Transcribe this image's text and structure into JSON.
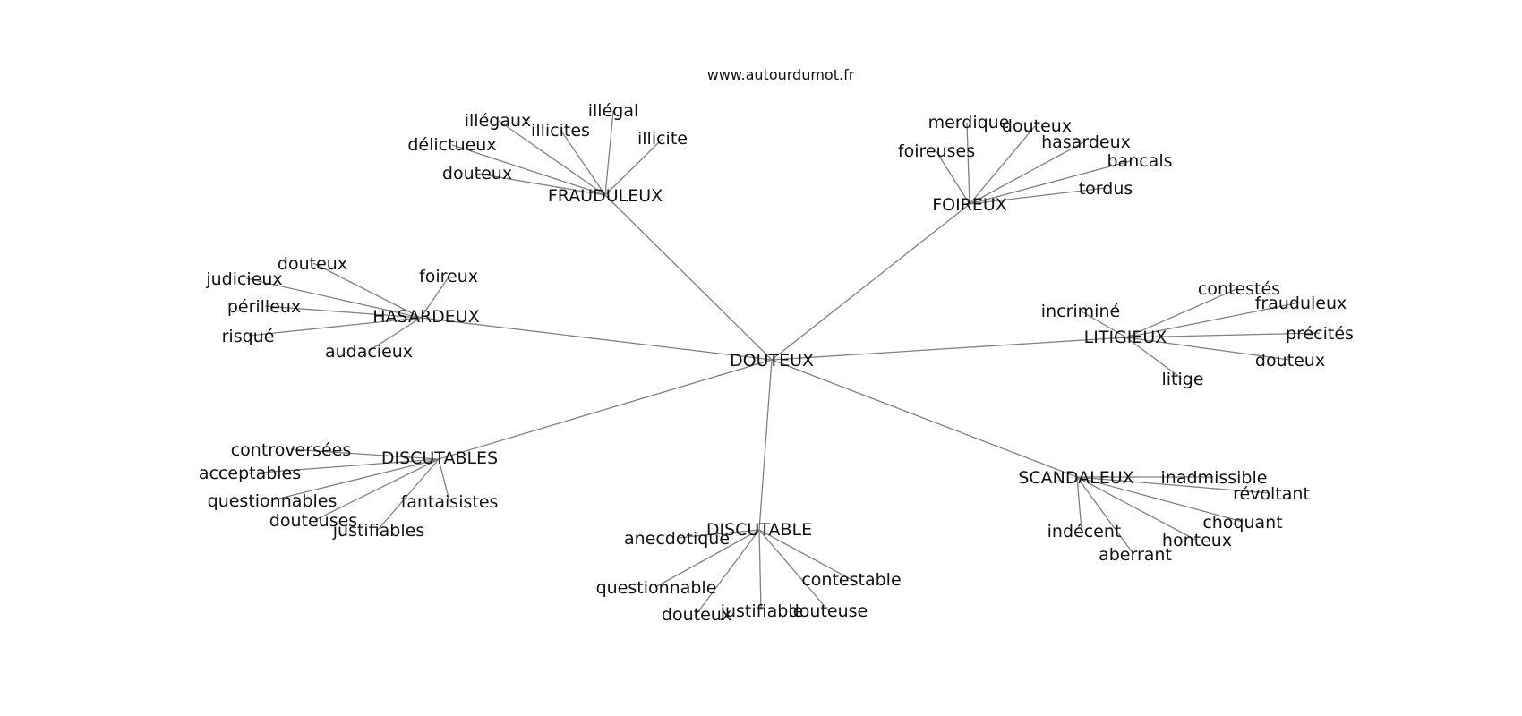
{
  "site": "www.autourdumot.fr",
  "center": "DOUTEUX",
  "clusters": {
    "fraudouleux": {
      "hub": "FRAUDULEUX",
      "leaves": [
        "illégaux",
        "illicites",
        "illégal",
        "illicite",
        "délictueux",
        "douteux"
      ]
    },
    "foireux": {
      "hub": "FOIREUX",
      "leaves": [
        "merdique",
        "douteux",
        "hasardeux",
        "bancals",
        "foireuses",
        "tordus"
      ]
    },
    "hasardeux": {
      "hub": "HASARDEUX",
      "leaves": [
        "douteux",
        "judicieux",
        "foireux",
        "périlleux",
        "risqué",
        "audacieux"
      ]
    },
    "litigieux": {
      "hub": "LITIGIEUX",
      "leaves": [
        "contestés",
        "frauduleux",
        "incriminé",
        "précités",
        "douteux",
        "litige"
      ]
    },
    "discutables": {
      "hub": "DISCUTABLES",
      "leaves": [
        "controversées",
        "acceptables",
        "questionnables",
        "fantaisistes",
        "douteuses",
        "justifiables"
      ]
    },
    "scandaleux": {
      "hub": "SCANDALEUX",
      "leaves": [
        "inadmissible",
        "révoltant",
        "choquant",
        "indécent",
        "honteux",
        "aberrant"
      ]
    },
    "discutable": {
      "hub": "DISCUTABLE",
      "leaves": [
        "anecdotique",
        "contestable",
        "questionnable",
        "douteux",
        "justifiable",
        "douteuse"
      ]
    }
  },
  "colors": {
    "edge": "#808080",
    "text": "#111111",
    "background": "#ffffff"
  }
}
